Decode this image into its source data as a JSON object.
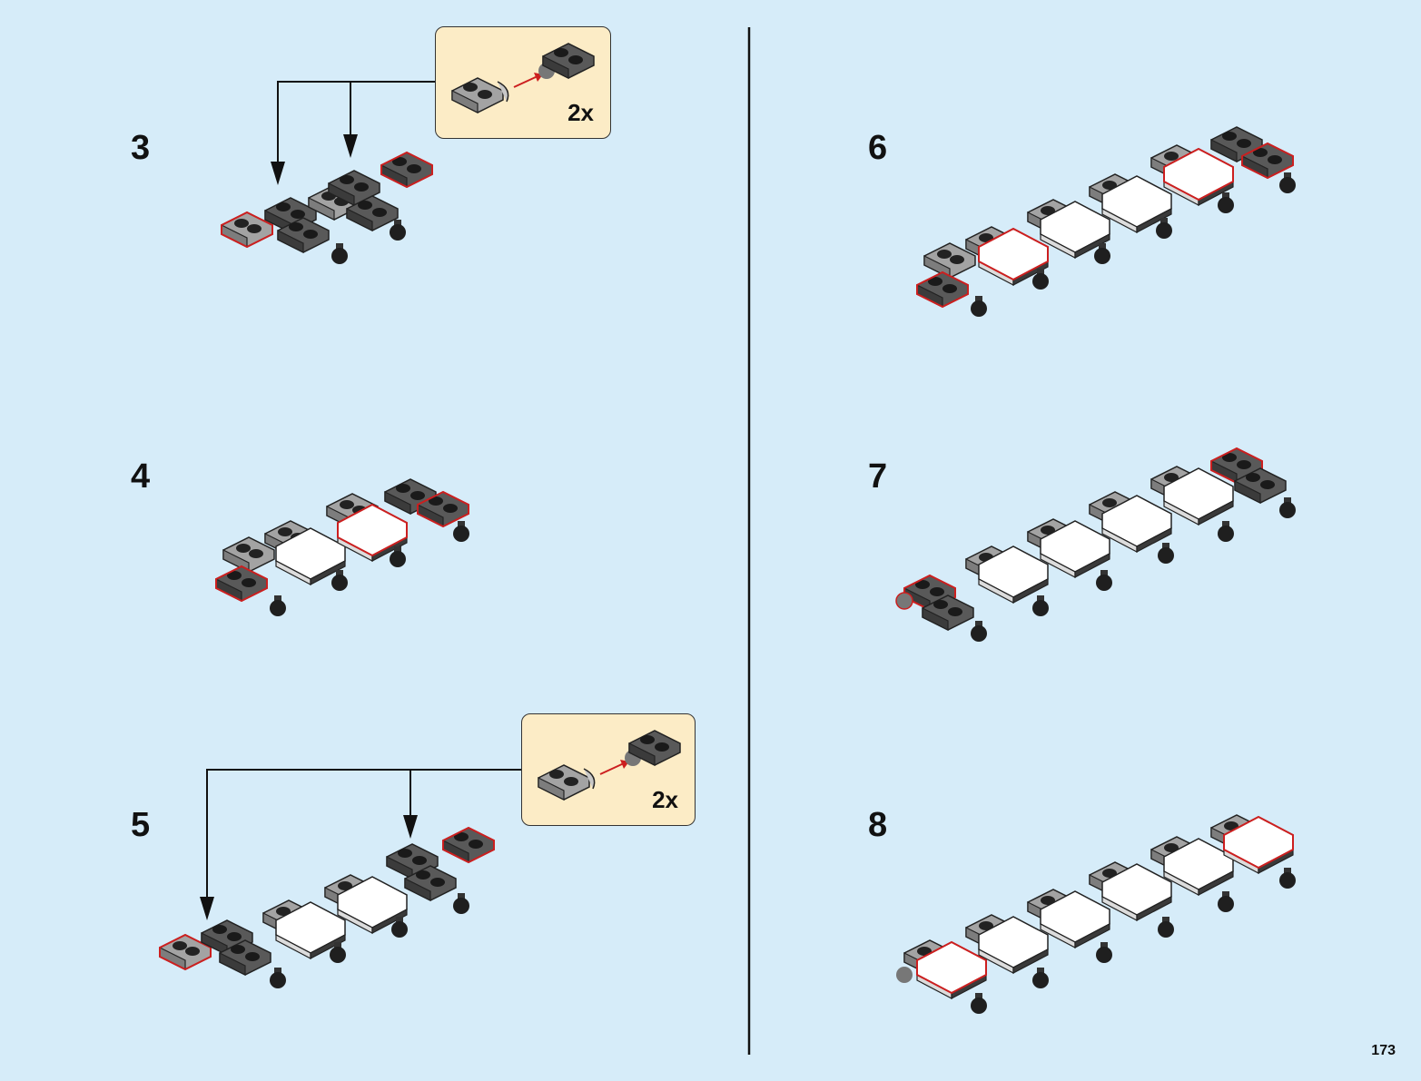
{
  "steps": [
    {
      "number": "3"
    },
    {
      "number": "4"
    },
    {
      "number": "5"
    },
    {
      "number": "6"
    },
    {
      "number": "7"
    },
    {
      "number": "8"
    }
  ],
  "callouts": [
    {
      "quantity": "2x"
    },
    {
      "quantity": "2x"
    }
  ],
  "page_number": "173",
  "colors": {
    "background": "#d6ecf9",
    "callout_background": "#fcecc6",
    "highlight": "#cc1f1f",
    "dark_gray": "#4a4a4a",
    "light_gray": "#9e9e9e",
    "white": "#ffffff"
  }
}
